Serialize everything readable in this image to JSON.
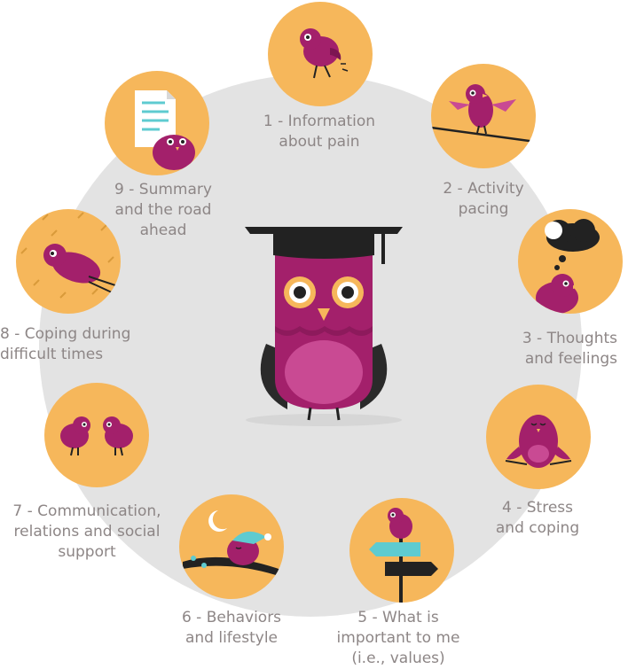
{
  "modules": [
    {
      "id": 1,
      "label": "1 - Information\nabout pain"
    },
    {
      "id": 2,
      "label": "2 - Activity\npacing"
    },
    {
      "id": 3,
      "label": "3 - Thoughts\nand feelings"
    },
    {
      "id": 4,
      "label": "4 - Stress\nand coping"
    },
    {
      "id": 5,
      "label": "5 - What is\nimportant to me\n(i.e., values)"
    },
    {
      "id": 6,
      "label": "6 - Behaviors\nand lifestyle"
    },
    {
      "id": 7,
      "label": "7 - Communication,\nrelations and social\nsupport"
    },
    {
      "id": 8,
      "label": "8 - Coping during\ndifficult times"
    },
    {
      "id": 9,
      "label": "9 - Summary\nand the road\nahead"
    }
  ],
  "colors": {
    "circle": "#e3e3e3",
    "module": "#f6b75b",
    "bird": "#a3206b",
    "bird_light": "#c94a93",
    "text": "#8d8686",
    "cap": "#222222"
  }
}
